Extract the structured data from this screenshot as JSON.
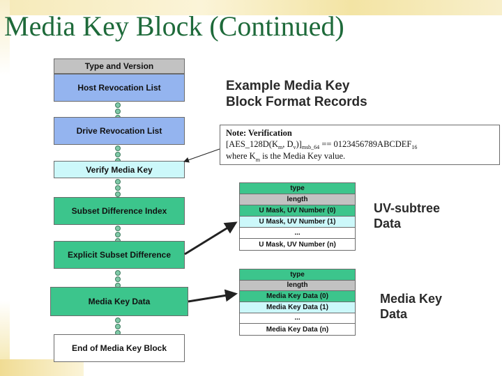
{
  "slide": {
    "title": "Media Key Block (Continued)"
  },
  "blocks": [
    {
      "label": "Type and Version",
      "color": "#c2c2c2"
    },
    {
      "label": "Host Revocation List",
      "color": "#94b4ef"
    },
    {
      "label": "Drive Revocation List",
      "color": "#94b4ef"
    },
    {
      "label": "Verify Media Key",
      "color": "#ccf8fa"
    },
    {
      "label": "Subset Difference Index",
      "color": "#3cc58c"
    },
    {
      "label": "Explicit Subset Difference",
      "color": "#3cc58c"
    },
    {
      "label": "Media Key Data",
      "color": "#3cc58c"
    },
    {
      "label": "End of Media Key Block",
      "color": "#ffffff"
    }
  ],
  "heading_main": {
    "line1": "Example Media Key",
    "line2": "Block Format Records"
  },
  "note": {
    "title": "Note: Verification",
    "formula_pre": "[AES_128D(K",
    "formula_sub1": "m",
    "formula_mid": ", D",
    "formula_sub2": "v",
    "formula_post": ")]",
    "formula_sub3": "msb_64",
    "formula_eq": " == 0123456789ABCDEF",
    "formula_sub4": "16",
    "desc_pre": "where K",
    "desc_sub": "m",
    "desc_post": " is the Media Key value."
  },
  "uv_table": {
    "heading_line1": "UV-subtree",
    "heading_line2": "Data",
    "rows": [
      {
        "label": "type",
        "color": "#3cc58c"
      },
      {
        "label": "length",
        "color": "#c2c2c2"
      },
      {
        "label": "U Mask, UV Number (0)",
        "color": "#3cc58c"
      },
      {
        "label": "U Mask, UV Number (1)",
        "color": "#ccf8fa"
      },
      {
        "label": "...",
        "color": "#ffffff"
      },
      {
        "label": "U Mask, UV Number (n)",
        "color": "#ffffff"
      }
    ]
  },
  "mk_table": {
    "heading_line1": "Media Key",
    "heading_line2": "Data",
    "rows": [
      {
        "label": "type",
        "color": "#3cc58c"
      },
      {
        "label": "length",
        "color": "#c2c2c2"
      },
      {
        "label": "Media Key Data (0)",
        "color": "#3cc58c"
      },
      {
        "label": "Media Key Data (1)",
        "color": "#ccf8fa"
      },
      {
        "label": "...",
        "color": "#ffffff"
      },
      {
        "label": "Media Key Data (n)",
        "color": "#ffffff"
      }
    ]
  }
}
